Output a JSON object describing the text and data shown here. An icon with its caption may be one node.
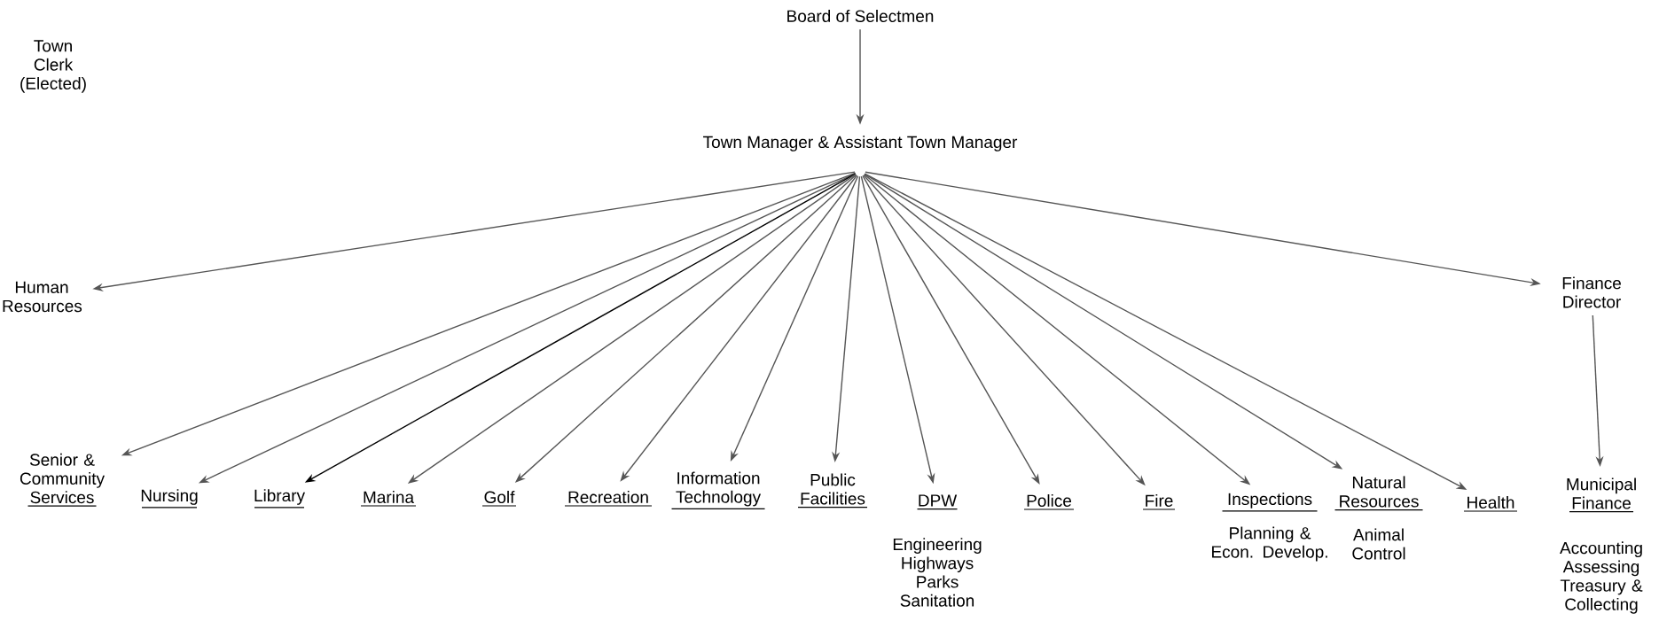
{
  "diagram": {
    "nodes": [
      {
        "text": [
          "Board of Selectmen"
        ]
      },
      {
        "text": [
          "Town Manager & Assistant Town Manager"
        ]
      },
      {
        "text": [
          "Human Resources"
        ]
      },
      {
        "text": [
          "Finance Director"
        ]
      },
      {
        "text": [
          "Senior & Community Services"
        ]
      },
      {
        "text": [
          "Nursing"
        ]
      },
      {
        "text": [
          "Library"
        ]
      },
      {
        "text": [
          "Marina"
        ]
      },
      {
        "text": [
          "Golf"
        ]
      },
      {
        "text": [
          "Recreation"
        ]
      },
      {
        "text": [
          "Information Technology"
        ]
      },
      {
        "text": [
          "Public Facilities"
        ]
      },
      {
        "text": [
          "DPW"
        ],
        "beside": [
          "Engineering Highways Parks Sanitation"
        ]
      },
      {
        "text": [
          "Police"
        ]
      },
      {
        "text": [
          "Fire"
        ]
      },
      {
        "text": [
          "Inspections"
        ],
        "beside": [
          "Planning & Econ. Develop."
        ]
      },
      {
        "text": [
          "Natural Resources"
        ],
        "beside": [
          "Animal Control"
        ]
      },
      {
        "text": [
          "Health"
        ]
      },
      {
        "text": [
          "Municipal Finance"
        ],
        "beside": [
          "Accounting Assessing Treasury & Collecting"
        ]
      }
    ],
    "edges": [
      {
        "from": 0,
        "to": 1,
        "arrow": "to"
      },
      {
        "from": 1,
        "to": 2,
        "arrow": "to"
      },
      {
        "from": 1,
        "to": 3,
        "arrow": "to"
      },
      {
        "from": 1,
        "to": 4,
        "arrow": "to"
      },
      {
        "from": 1,
        "to": 5,
        "arrow": "to"
      },
      {
        "from": 1,
        "to": 6,
        "arrow": "to",
        "color": "#000000"
      },
      {
        "from": 1,
        "to": 7,
        "arrow": "to"
      },
      {
        "from": 1,
        "to": 8,
        "arrow": "to"
      },
      {
        "from": 1,
        "to": 9,
        "arrow": "to"
      },
      {
        "from": 1,
        "to": 10,
        "arrow": "to"
      },
      {
        "from": 1,
        "to": 11,
        "arrow": "to"
      },
      {
        "from": 1,
        "to": 12,
        "arrow": "to"
      },
      {
        "from": 1,
        "to": 13,
        "arrow": "to"
      },
      {
        "from": 1,
        "to": 14,
        "arrow": "to"
      },
      {
        "from": 1,
        "to": 15,
        "arrow": "to"
      },
      {
        "from": 1,
        "to": 16,
        "arrow": "to"
      },
      {
        "from": 1,
        "to": 17,
        "arrow": "to"
      },
      {
        "from": 3,
        "to": 18,
        "arrow": "to"
      }
    ],
    "labels": [
      "Town Clerk (Elected)"
    ]
  }
}
